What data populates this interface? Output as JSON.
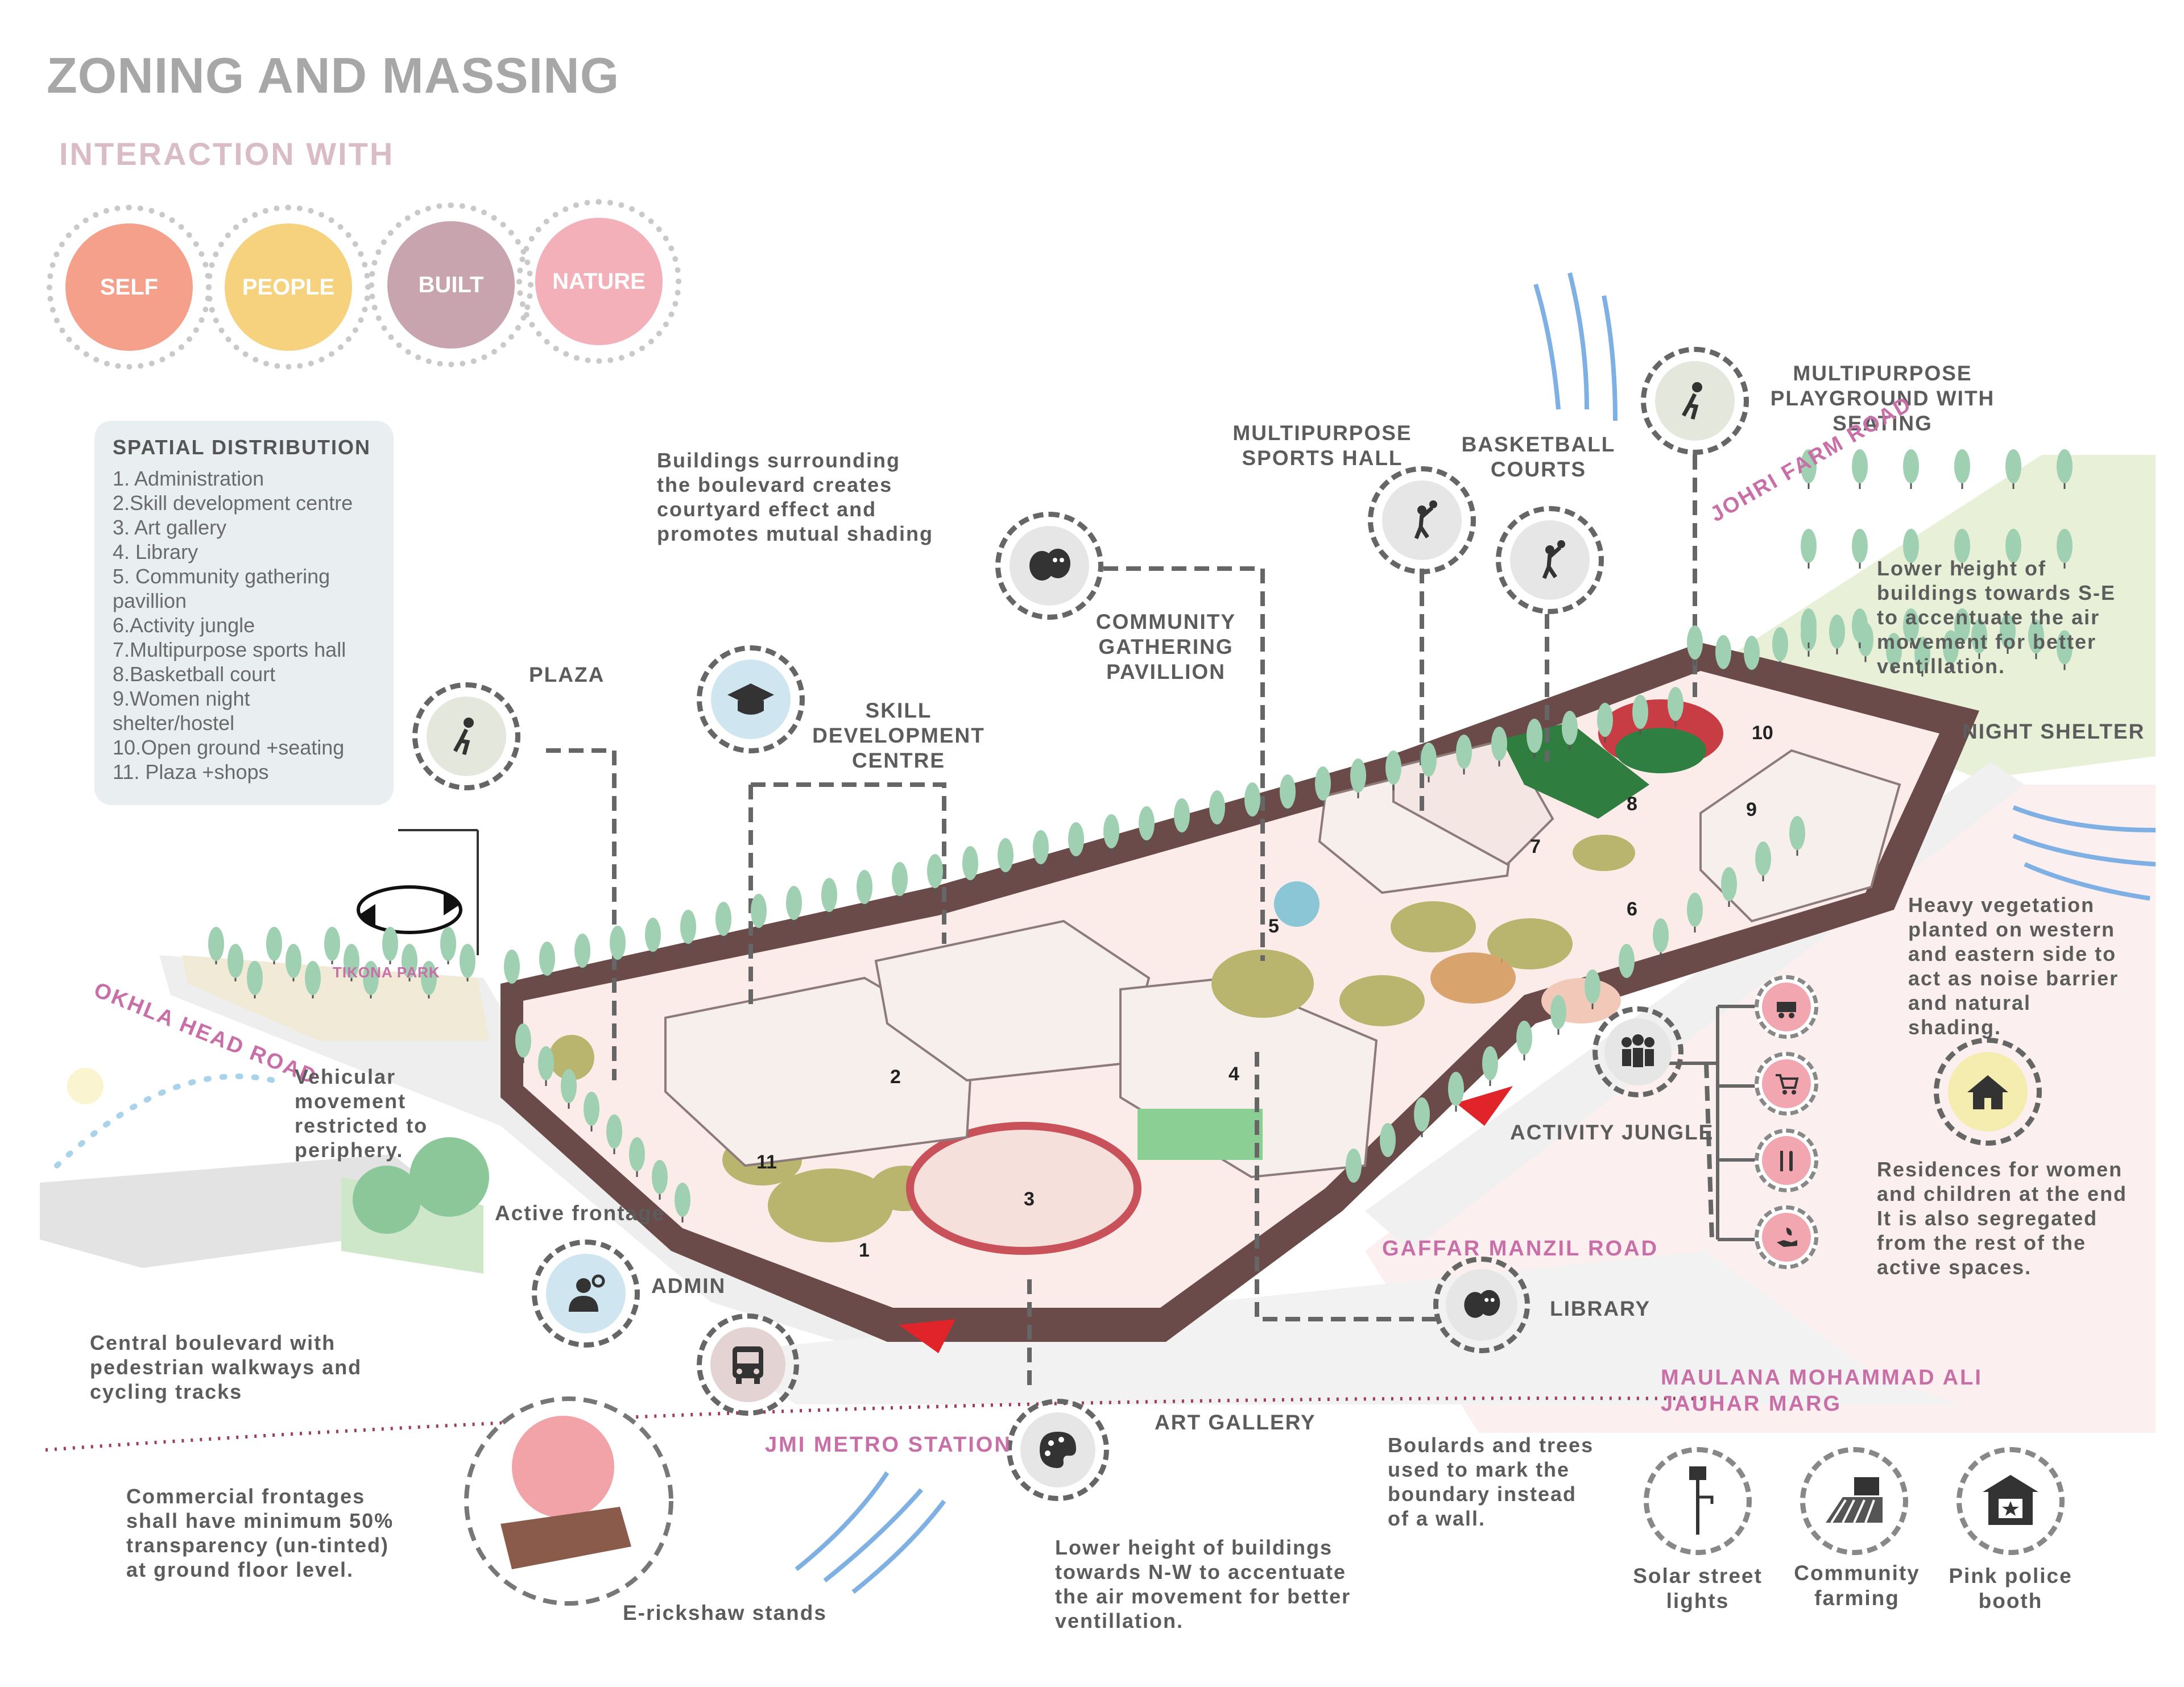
{
  "title": "ZONING AND MASSING",
  "subtitle": "INTERACTION WITH",
  "interaction": [
    {
      "label": "SELF",
      "color": "#f4a08a"
    },
    {
      "label": "PEOPLE",
      "color": "#f6d27f"
    },
    {
      "label": "BUILT",
      "color": "#c8a4ae"
    },
    {
      "label": "NATURE",
      "color": "#f4b0b9"
    }
  ],
  "spatial": {
    "heading": "SPATIAL DISTRIBUTION",
    "items": [
      "1. Administration",
      "2.Skill development centre",
      "3. Art gallery",
      "4. Library",
      "5. Community gathering",
      "pavillion",
      "6.Activity jungle",
      "7.Multipurpose sports hall",
      "8.Basketball court",
      "9.Women night",
      "shelter/hostel",
      "10.Open ground +seating",
      "11. Plaza +shops"
    ]
  },
  "labels": {
    "plaza": "PLAZA",
    "skill": [
      "SKILL",
      "DEVELOPMENT",
      "CENTRE"
    ],
    "community": [
      "COMMUNITY",
      "GATHERING",
      "PAVILLION"
    ],
    "sports_hall": [
      "MULTIPURPOSE",
      "SPORTS HALL"
    ],
    "basketball": [
      "BASKETBALL",
      "COURTS"
    ],
    "playground": [
      "MULTIPURPOSE",
      "PLAYGROUND WITH",
      "SEATING"
    ],
    "night_shelter": "NIGHT SHELTER",
    "activity_jungle": "ACTIVITY JUNGLE",
    "library": "LIBRARY",
    "art_gallery": "ART GALLERY",
    "admin": "ADMIN",
    "active_frontage": "Active frontage",
    "erickshaw": "E-rickshaw stands",
    "tikona": "TIKONA PARK"
  },
  "notes": {
    "buildings": [
      "Buildings surrounding",
      "the boulevard creates",
      "courtyard effect and",
      "promotes mutual shading"
    ],
    "lower_se": [
      "Lower height of",
      "buildings towards S-E",
      "to accentuate the air",
      "movement for better",
      "ventillation."
    ],
    "vegetation": [
      "Heavy vegetation",
      "planted on western",
      "and eastern side to",
      "act as noise barrier",
      "and natural shading."
    ],
    "residences": [
      "Residences for women",
      "and children at the end",
      "It is also segregated",
      "from the rest of the",
      "active spaces."
    ],
    "vehicular": [
      "Vehicular",
      "movement",
      "restricted to",
      "periphery."
    ],
    "boulevard": [
      "Central boulevard with",
      "pedestrian walkways and",
      "cycling tracks"
    ],
    "commercial": [
      "Commercial frontages",
      "shall have minimum 50%",
      "transparency (un-tinted)",
      "at ground floor level."
    ],
    "lower_nw": [
      "Lower height of buildings",
      "towards N-W to accentuate",
      "the air movement for better",
      "ventillation."
    ],
    "boulards": [
      "Boulards and trees",
      "used to mark the",
      "boundary instead",
      "of a wall."
    ]
  },
  "roads": {
    "johri": "JOHRI FARM ROAD",
    "okhla": "OKHLA HEAD ROAD",
    "gaffar": "GAFFAR MANZIL ROAD",
    "maulana": [
      "MAULANA MOHAMMAD ALI",
      "JAUHAR MARG"
    ],
    "metro": "JMI METRO STATION"
  },
  "bottom_icons": [
    {
      "label": [
        "Solar street",
        "lights"
      ],
      "icon": "solar-light-icon"
    },
    {
      "label": [
        "Community",
        "farming"
      ],
      "icon": "farming-icon"
    },
    {
      "label": [
        "Pink police",
        "booth"
      ],
      "icon": "police-booth-icon"
    }
  ],
  "numbers": [
    "1",
    "2",
    "3",
    "4",
    "5",
    "6",
    "7",
    "8",
    "9",
    "10",
    "11"
  ],
  "colors": {
    "site_boundary": "#6b4a4a",
    "accent_red": "#e0242a",
    "building": "#f5ece9",
    "tree": "#9fd0b1"
  }
}
